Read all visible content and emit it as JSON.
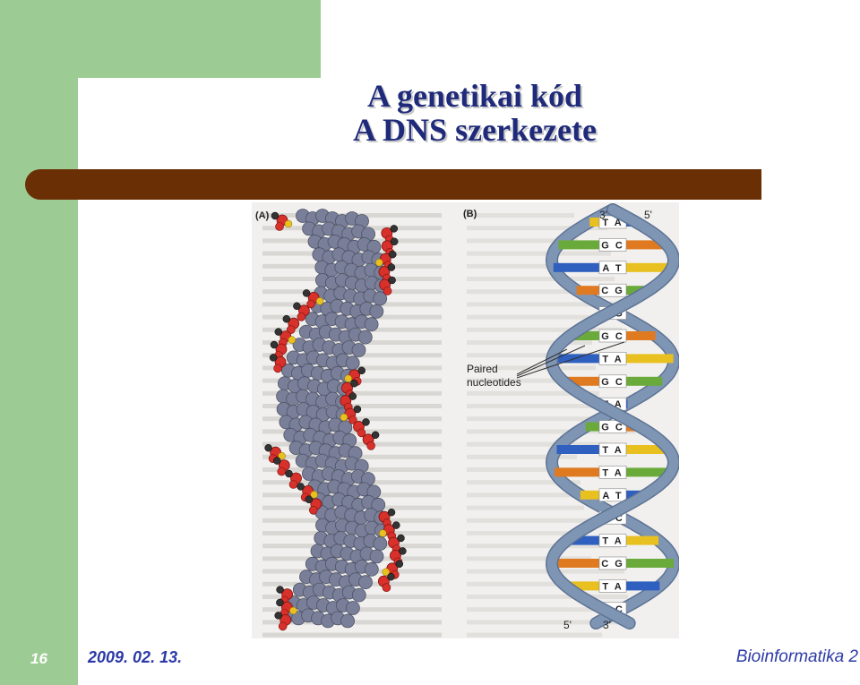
{
  "slide": {
    "title_line1": "A genetikai kód",
    "title_line2": "A DNS szerkezete",
    "page_number": "16",
    "date": "2009. 02. 13.",
    "course": "Bioinformatika 2"
  },
  "figure": {
    "label_a": "(A)",
    "label_b": "(B)",
    "end_top_left": "3'",
    "end_top_right": "5'",
    "end_bottom_left": "5'",
    "end_bottom_right": "3'",
    "annotation_line1": "Paired",
    "annotation_line2": "nucleotides",
    "base_pairs": [
      "TA",
      "GC",
      "AT",
      "CG",
      "CG",
      "GC",
      "TA",
      "GC",
      "TA",
      "GC",
      "TA",
      "TA",
      "AT",
      "GC",
      "TA",
      "CG",
      "TA",
      "GC"
    ]
  },
  "colors": {
    "green": "#9ccc93",
    "bar_brown": "#6b2f05",
    "title_blue": "#1f2a7a",
    "footer_blue": "#2c39a7",
    "backbone_blue": "#7f95b4",
    "atom_gray": "#7a7f99",
    "atom_red": "#d8302a",
    "atom_yellow": "#e8c020",
    "base_colors": [
      "#e8c020",
      "#6aaa3a",
      "#2f5fbf",
      "#e07a20"
    ]
  }
}
